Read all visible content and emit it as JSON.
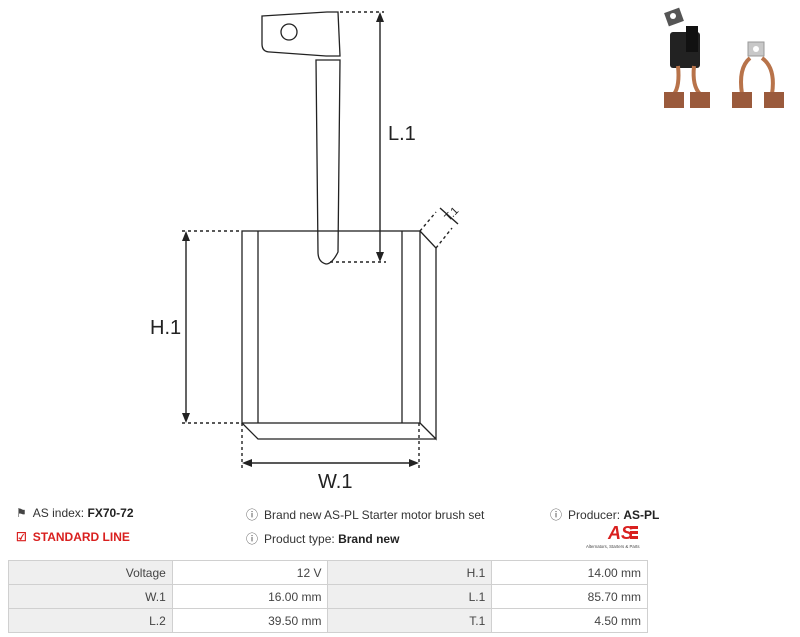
{
  "diagram": {
    "label_l1": "L.1",
    "label_h1": "H.1",
    "label_w1": "W.1",
    "label_t1": "T.1"
  },
  "info": {
    "as_index_label": "AS index:",
    "as_index_value": "FX70-72",
    "standard_line": "STANDARD LINE",
    "description": "Brand new AS-PL Starter motor brush set",
    "product_type_label": "Product type:",
    "product_type_value": "Brand new",
    "producer_label": "Producer:",
    "producer_value": "AS-PL"
  },
  "logo": {
    "text": "AS",
    "tagline": "Alternators, Starters & Parts"
  },
  "specs": [
    {
      "label_a": "Voltage",
      "value_a": "12 V",
      "label_b": "H.1",
      "value_b": "14.00 mm"
    },
    {
      "label_a": "W.1",
      "value_a": "16.00 mm",
      "label_b": "L.1",
      "value_b": "85.70 mm"
    },
    {
      "label_a": "L.2",
      "value_a": "39.50 mm",
      "label_b": "T.1",
      "value_b": "4.50 mm"
    }
  ],
  "colors": {
    "accent": "#d9201f",
    "copper": "#b8734a"
  },
  "icons": {
    "tag": "tag-icon",
    "info": "info-icon",
    "check": "check-square-icon"
  }
}
